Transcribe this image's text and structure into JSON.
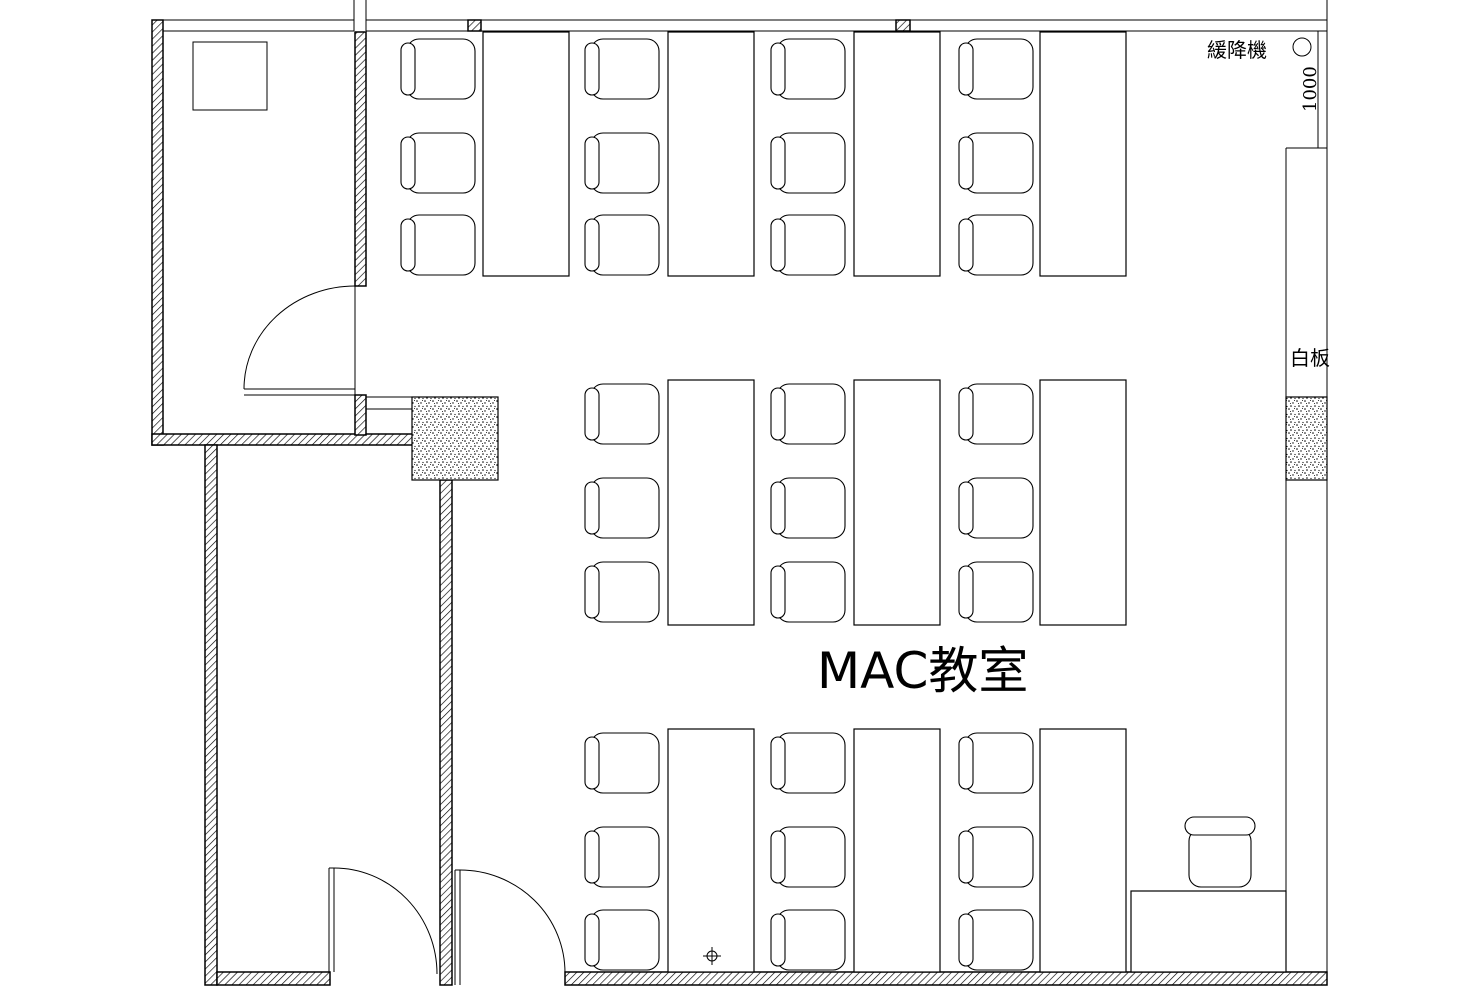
{
  "labels": {
    "room": "MAC教室",
    "escape_device": "緩降機",
    "whiteboard": "白板",
    "dimension": "1000"
  },
  "desk_blocks": [
    {
      "row": "top",
      "desks": 4
    },
    {
      "row": "middle",
      "desks": 3
    },
    {
      "row": "bottom",
      "desks": 3
    }
  ]
}
